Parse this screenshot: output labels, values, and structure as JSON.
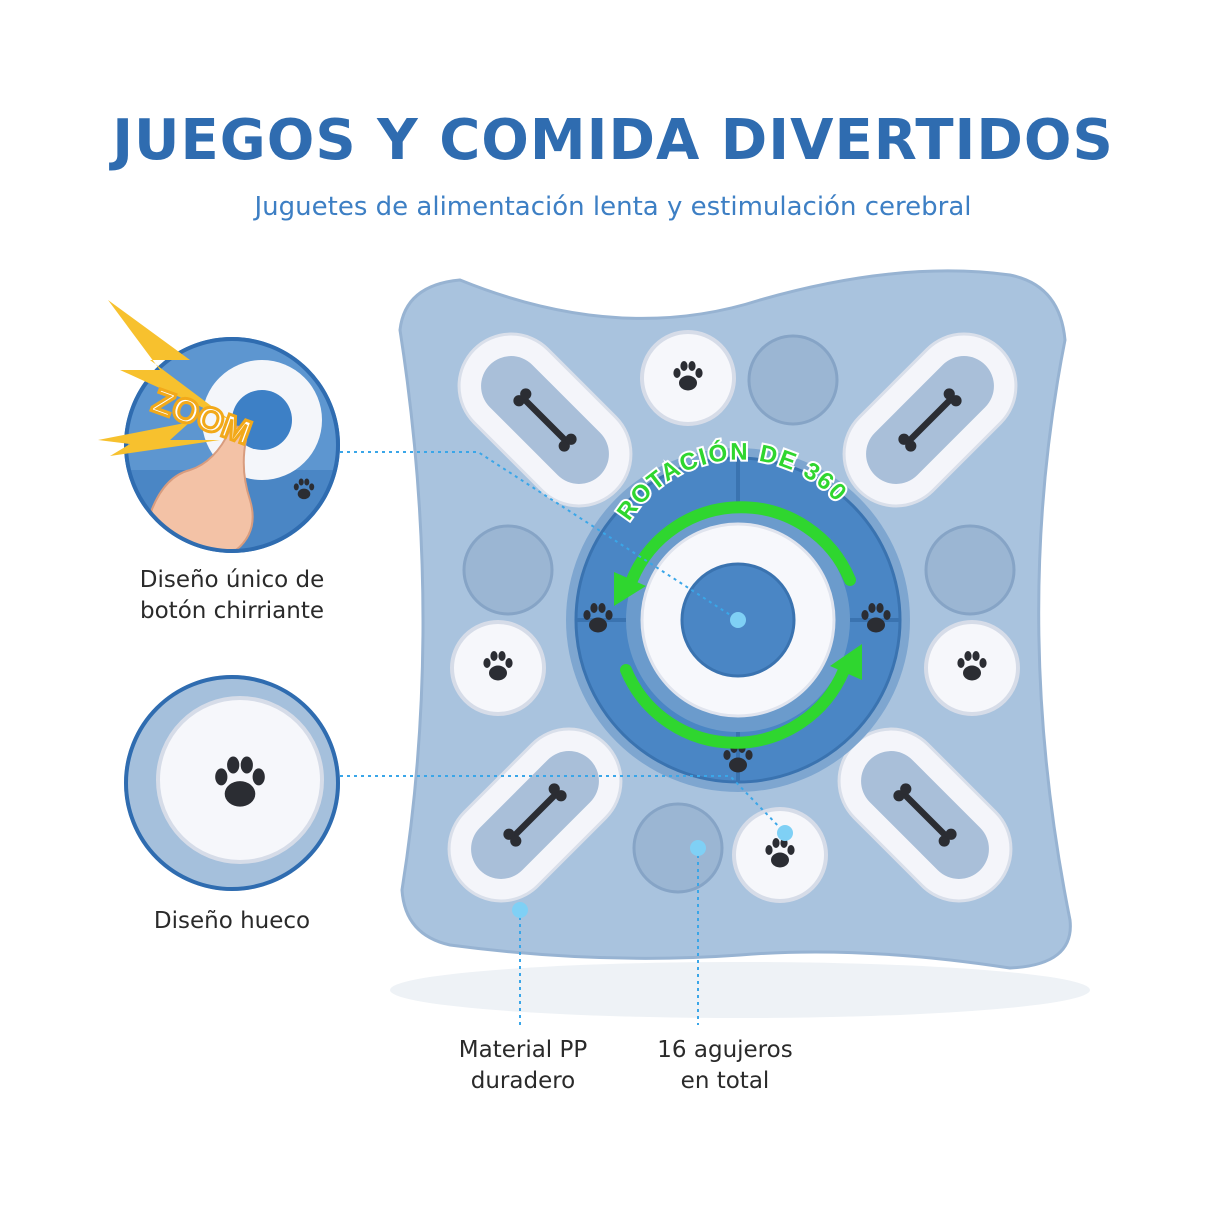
{
  "header": {
    "title": "JUEGOS Y COMIDA DIVERTIDOS",
    "subtitle": "Juguetes de alimentación lenta y estimulación cerebral"
  },
  "product": {
    "rotation_label": "ROTACIÓN DE 360",
    "zoom_text": "ZOOM"
  },
  "features": {
    "squeaky_button": [
      "Diseño único de",
      "botón chirriante"
    ],
    "hollow_design": [
      "Diseño hueco"
    ],
    "material": [
      "Material PP",
      "duradero"
    ],
    "holes": [
      "16 agujeros",
      "en total"
    ]
  },
  "colors": {
    "title": "#2f6cb0",
    "board": "#a9c3de",
    "dial": "#4a86c5",
    "arrow": "#2fd62f",
    "leader": "#3aa6e8"
  },
  "icons": [
    "paw-icon",
    "bone-icon",
    "rotate-arrows-icon",
    "pointing-hand-icon",
    "lightning-icon"
  ]
}
